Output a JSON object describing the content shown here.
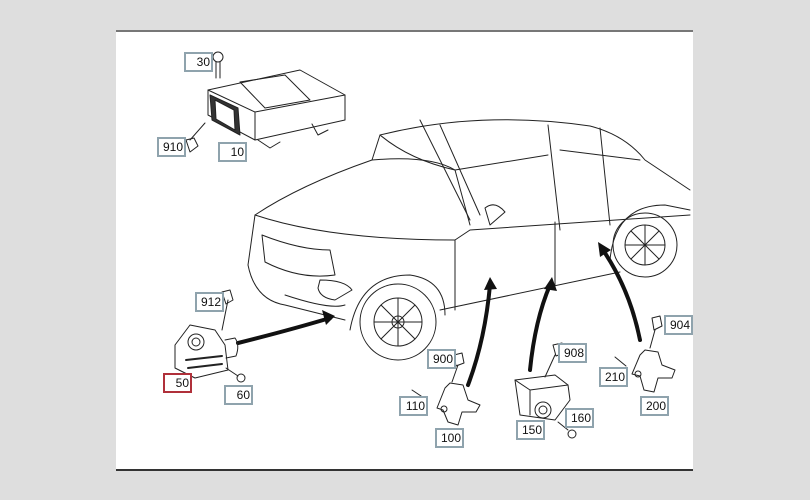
{
  "diagram": {
    "callouts": [
      {
        "id": "c30",
        "text": "30"
      },
      {
        "id": "c910",
        "text": "910"
      },
      {
        "id": "c10",
        "text": "10"
      },
      {
        "id": "c912",
        "text": "912"
      },
      {
        "id": "c50",
        "text": "50",
        "selected": true
      },
      {
        "id": "c60",
        "text": "60"
      },
      {
        "id": "c900",
        "text": "900"
      },
      {
        "id": "c908",
        "text": "908"
      },
      {
        "id": "c904",
        "text": "904"
      },
      {
        "id": "c210",
        "text": "210"
      },
      {
        "id": "c110",
        "text": "110"
      },
      {
        "id": "c100",
        "text": "100"
      },
      {
        "id": "c150",
        "text": "150"
      },
      {
        "id": "c160",
        "text": "160"
      },
      {
        "id": "c200",
        "text": "200"
      }
    ],
    "colors": {
      "callout_border": "#8fa3ad",
      "selected_border": "#b0303a",
      "background": "#dedede"
    }
  }
}
